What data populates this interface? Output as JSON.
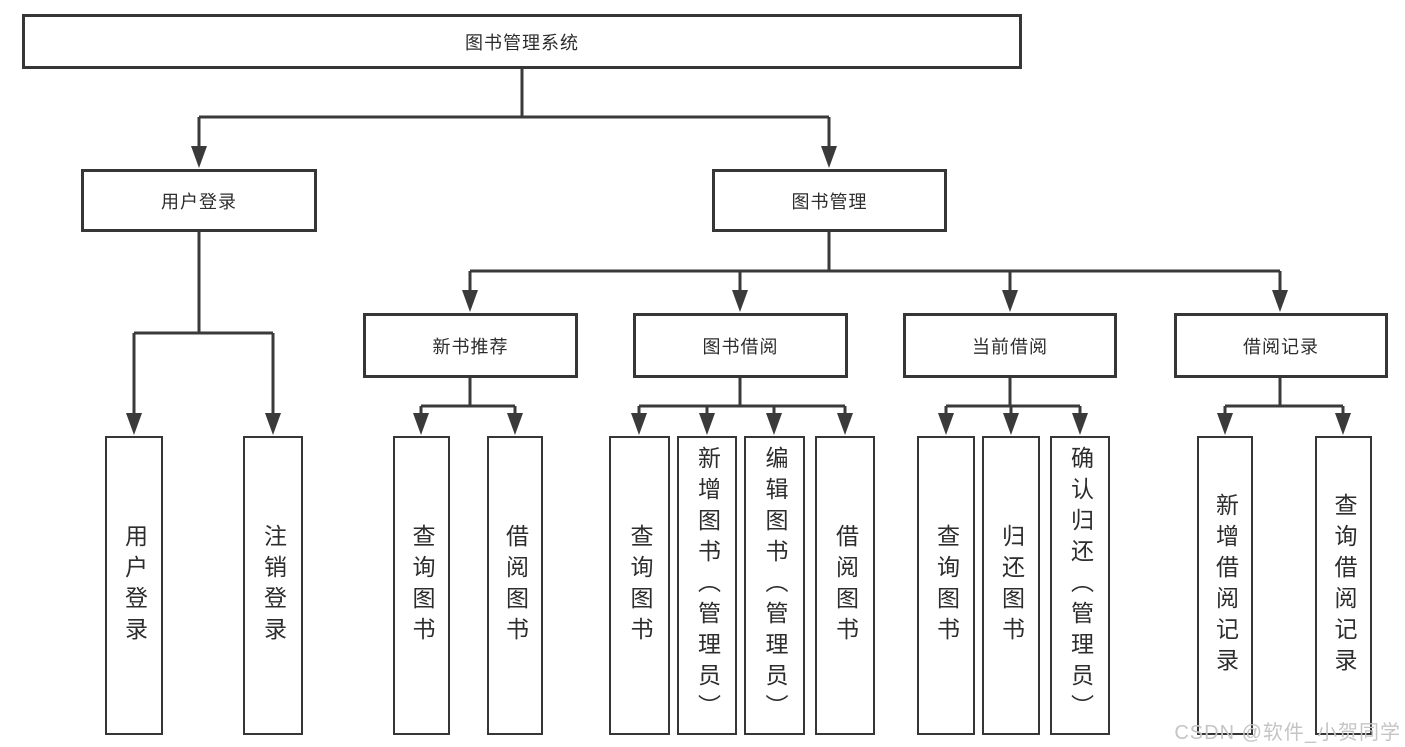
{
  "title": "图书管理系统",
  "level2": [
    "用户登录",
    "图书管理"
  ],
  "level3": [
    "新书推荐",
    "图书借阅",
    "当前借阅",
    "借阅记录"
  ],
  "leaves": {
    "user_login": [
      "用户登录",
      "注销登录"
    ],
    "new_books": [
      "查询图书",
      "借阅图书"
    ],
    "book_borrowing": [
      "查询图书",
      "新增图书（管理员）",
      "编辑图书（管理员）",
      "借阅图书"
    ],
    "current_borrowing": [
      "查询图书",
      "归还图书",
      "确认归还（管理员）"
    ],
    "borrowing_records": [
      "新增借阅记录",
      "查询借阅记录"
    ]
  },
  "watermark": "CSDN @软件_小贺同学",
  "colors": {
    "line": "#3a3a3a",
    "box_border": "#363636",
    "text": "#2d2d2d",
    "watermark": "#c5c5c5",
    "background": "#ffffff"
  }
}
